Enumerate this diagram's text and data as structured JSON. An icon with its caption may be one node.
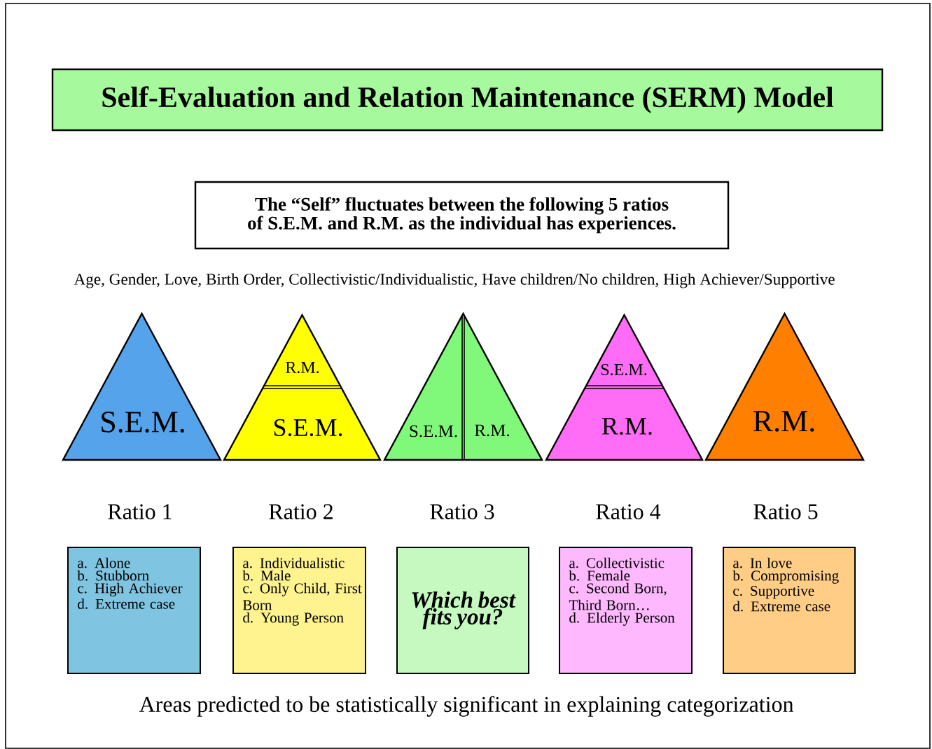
{
  "diagram": {
    "title": "Self-Evaluation and Relation Maintenance (SERM) Model",
    "nodes": [
      {
        "text": [
          "The “Self” fluctuates between the following 5 ratios of S.E.M. and R.M. as the individual has experiences."
        ]
      },
      {
        "text": [
          "S.E.M."
        ],
        "beside": [
          "Ratio 1"
        ]
      },
      {
        "text": [
          "R.M.",
          "S.E.M."
        ],
        "beside": [
          "Ratio 2"
        ]
      },
      {
        "text": [
          "S.E.M.",
          "R.M."
        ],
        "beside": [
          "Ratio 3"
        ]
      },
      {
        "text": [
          "S.E.M.",
          "R.M."
        ],
        "beside": [
          "Ratio 4"
        ]
      },
      {
        "text": [
          "R.M."
        ],
        "beside": [
          "Ratio 5"
        ]
      },
      {
        "text": [
          "a. Alone",
          "b. Stubborn",
          "c. High Achiever",
          "d. Extreme case"
        ]
      },
      {
        "text": [
          "a. Individualistic",
          "b. Male",
          "c. Only Child, First Born",
          "d. Young Person"
        ]
      },
      {
        "text": [
          "Which best fits you?"
        ]
      },
      {
        "text": [
          "a. Collectivistic",
          "b. Female",
          "c. Second Born, Third Born…",
          "d. Elderly Person"
        ]
      },
      {
        "text": [
          "a. In love",
          "b. Compromising",
          "c. Supportive",
          "d. Extreme case"
        ]
      }
    ],
    "labels": [
      "Age, Gender, Love, Birth Order, Collectivistic/Individualistic, Have children/No children, High Achiever/Supportive"
    ],
    "caption": "Areas predicted to be statistically significant in explaining categorization"
  }
}
